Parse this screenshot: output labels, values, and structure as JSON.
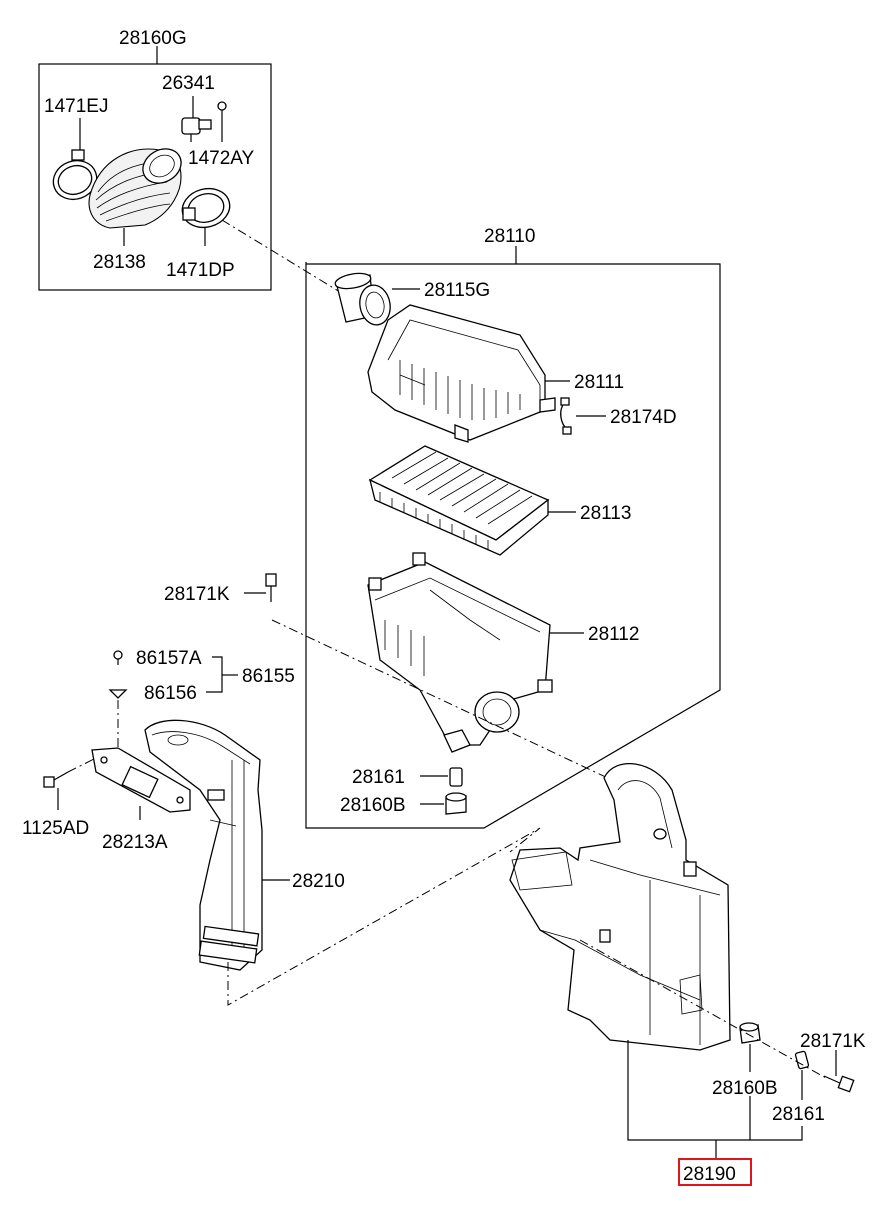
{
  "labels": {
    "p28160G": "28160G",
    "p26341": "26341",
    "p1471EJ": "1471EJ",
    "p1472AY": "1472AY",
    "p28138": "28138",
    "p1471DP": "1471DP",
    "p28110": "28110",
    "p28115G": "28115G",
    "p28111": "28111",
    "p28174D": "28174D",
    "p28113": "28113",
    "p28171K_a": "28171K",
    "p28112": "28112",
    "p86157A": "86157A",
    "p86155": "86155",
    "p86156": "86156",
    "p28161_a": "28161",
    "p28160B_a": "28160B",
    "p1125AD": "1125AD",
    "p28213A": "28213A",
    "p28210": "28210",
    "p28171K_b": "28171K",
    "p28160B_b": "28160B",
    "p28161_b": "28161",
    "p28190": "28190"
  },
  "highlight_color": "#e0161b",
  "highlighted_part": "28190"
}
